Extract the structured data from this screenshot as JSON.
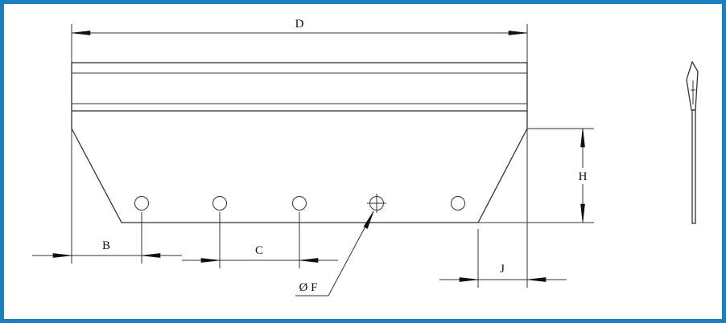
{
  "frame": {
    "border_color": "#1a7fc0"
  },
  "dimensions": {
    "overall_length": "D",
    "edge_to_first_hole": "B",
    "hole_spacing": "C",
    "hole_diameter": "Ø F",
    "height": "H",
    "bevel_offset": "J"
  }
}
